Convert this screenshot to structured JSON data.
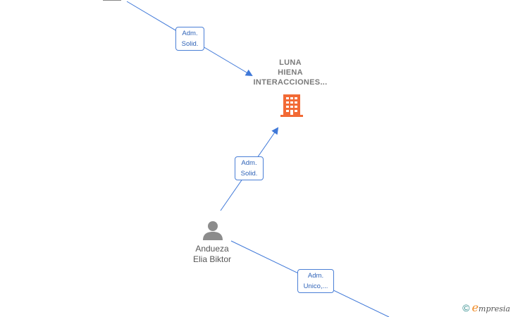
{
  "company": {
    "name_lines": [
      "LUNA",
      "HIENA",
      "INTERACCIONES..."
    ],
    "icon": "building-icon",
    "icon_color": "#f26a35"
  },
  "person": {
    "name_lines": [
      "Andueza",
      "Elia Biktor"
    ],
    "icon": "person-icon",
    "icon_color": "#8c8c8c"
  },
  "edges": [
    {
      "role_lines": [
        "Adm.",
        "Solid."
      ]
    },
    {
      "role_lines": [
        "Adm.",
        "Solid."
      ]
    },
    {
      "role_lines": [
        "Adm.",
        "Unico,..."
      ]
    }
  ],
  "colors": {
    "edge": "#3f78d8",
    "role_border": "#4a7fd6",
    "role_text": "#2f63b8",
    "label_text": "#7a7a7a"
  },
  "watermark": {
    "copyright_symbol": "©",
    "brand_initial": "e",
    "brand_rest": "mpresia"
  }
}
